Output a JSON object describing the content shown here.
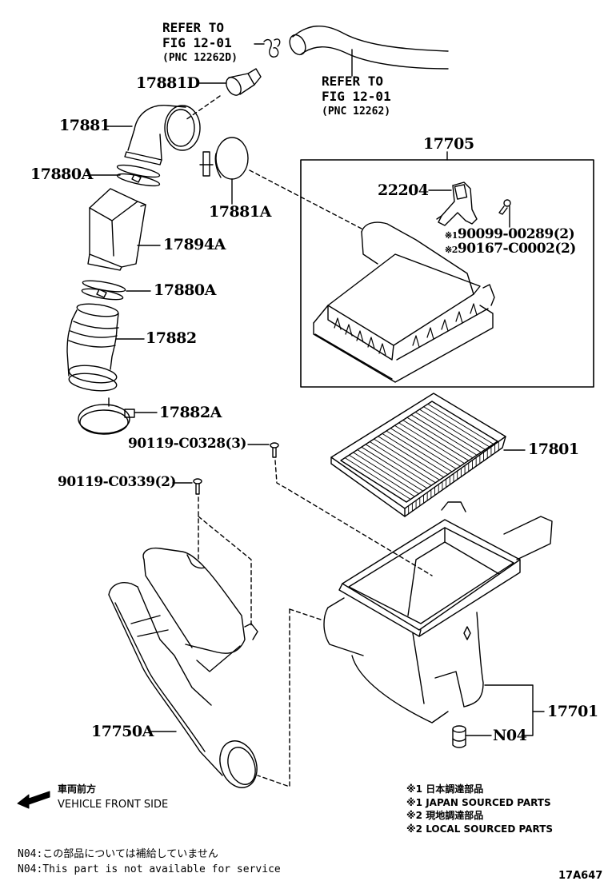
{
  "figure_id": "17A647",
  "references": [
    {
      "line1": "REFER TO",
      "line2": "FIG 12-01",
      "line3": "(PNC 12262D)"
    },
    {
      "line1": "REFER TO",
      "line2": "FIG 12-01",
      "line3": "(PNC 12262)"
    }
  ],
  "parts": {
    "p17881D": "17881D",
    "p17881": "17881",
    "p17880A_upper": "17880A",
    "p17881A": "17881A",
    "p17894A": "17894A",
    "p17880A_lower": "17880A",
    "p17882": "17882",
    "p17882A": "17882A",
    "p17705": "17705",
    "p22204": "22204",
    "bolt_japan": {
      "mark": "※1",
      "number": "90099-00289(2)"
    },
    "bolt_local": {
      "mark": "※2",
      "number": "90167-C0002(2)"
    },
    "p17801": "17801",
    "screw_a": "90119-C0328(3)",
    "screw_b": "90119-C0339(2)",
    "p17750A": "17750A",
    "p17701": "17701",
    "pN04": "N04"
  },
  "direction": {
    "jp": "車両前方",
    "en": "VEHICLE FRONT SIDE",
    "icon": "arrow-left-icon"
  },
  "legend": [
    {
      "mark": "※1",
      "text": "日本調達部品"
    },
    {
      "mark": "※1",
      "text": "JAPAN SOURCED PARTS"
    },
    {
      "mark": "※2",
      "text": "現地調達部品"
    },
    {
      "mark": "※2",
      "text": "LOCAL SOURCED PARTS"
    }
  ],
  "footnote": {
    "jp": "N04:この部品については補給していません",
    "en": "N04:This part is not available for service"
  },
  "colors": {
    "ink": "#000000",
    "paper": "#ffffff"
  }
}
